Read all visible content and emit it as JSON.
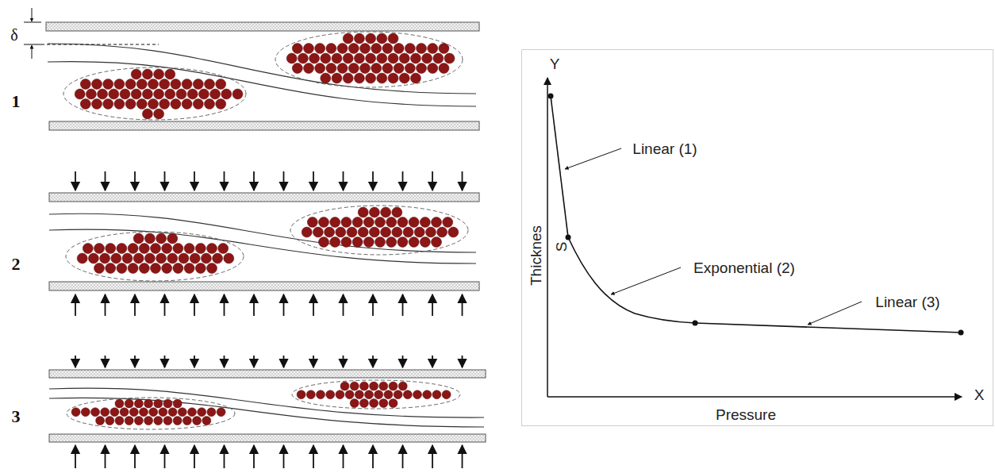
{
  "diagram": {
    "labels": [
      "δ",
      "1",
      "2",
      "3",
      "Y",
      "X",
      "Thicknes",
      "Pressure",
      "S",
      "Linear (1)",
      "Exponential (2)",
      "Linear (3)"
    ]
  }
}
